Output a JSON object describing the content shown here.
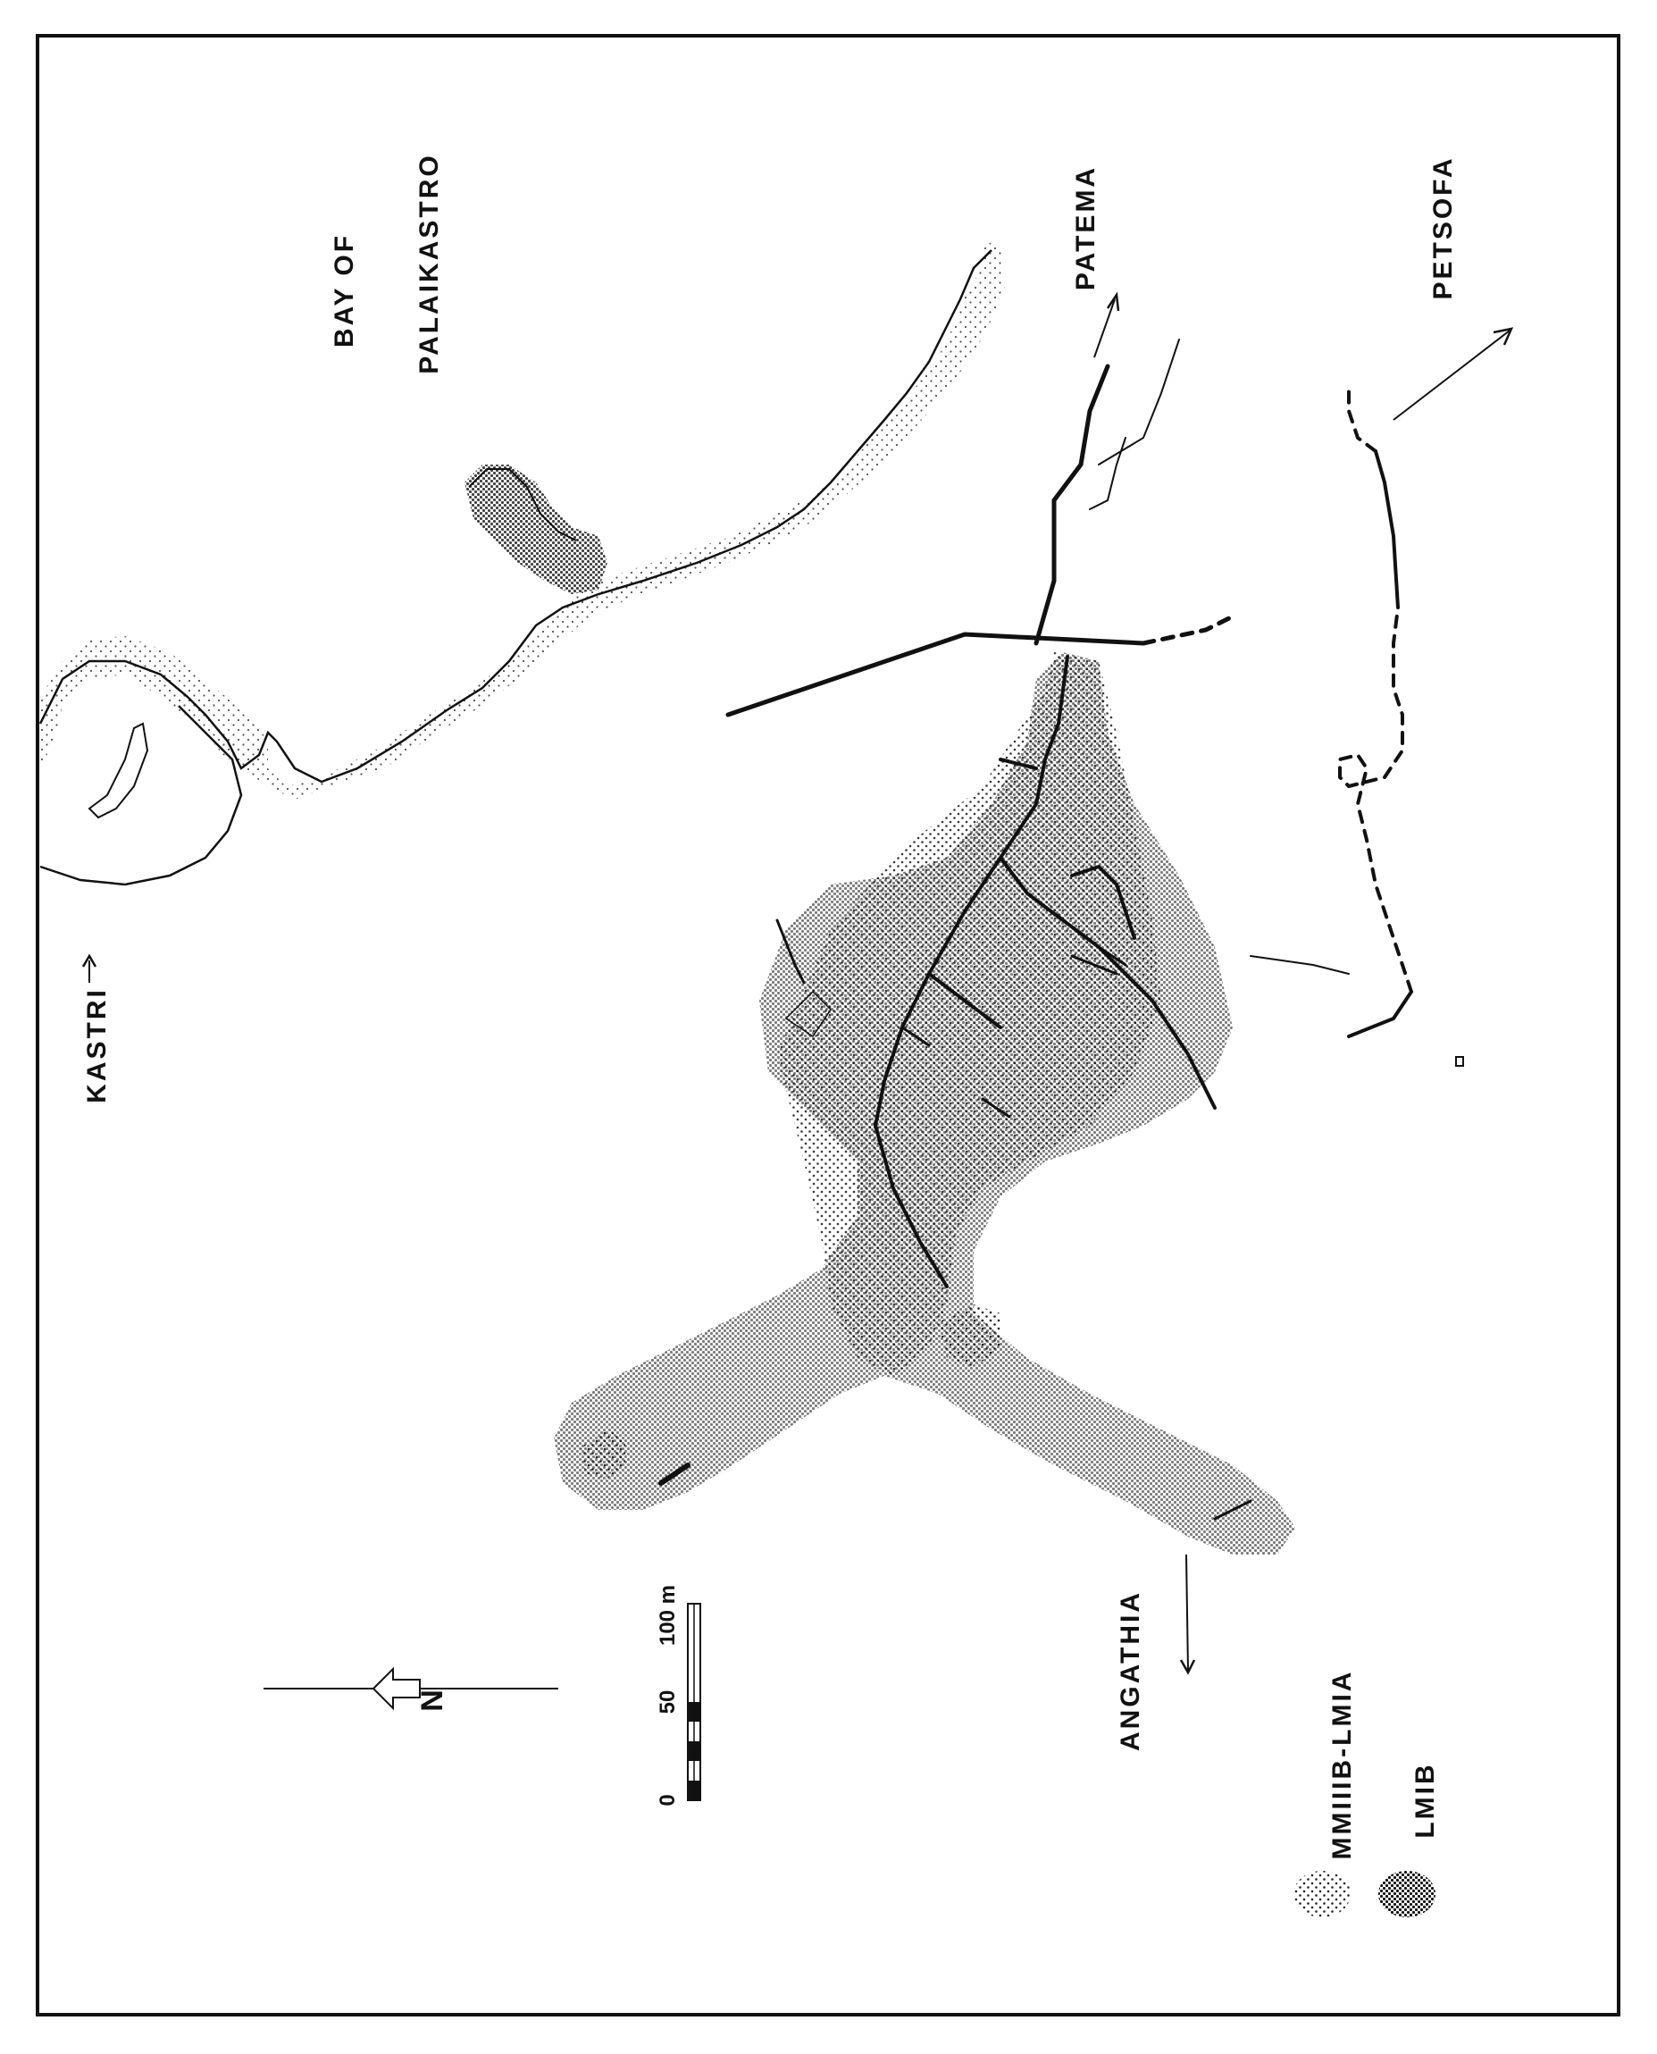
{
  "map": {
    "labels": {
      "bay_line1": "BAY OF",
      "bay_line2": "PALAIKASTRO",
      "patema": "PATEMA",
      "petsofa": "PETSOFA",
      "kastri": "KASTRI",
      "angathia": "ANGATHIA"
    },
    "scale_bar": {
      "label_0": "0",
      "label_50": "50",
      "label_100": "100 m"
    },
    "north_arrow": {
      "label": "N"
    },
    "legend": {
      "items": [
        {
          "label": "MMIIIB-LMIA",
          "pattern": "light-stipple"
        },
        {
          "label": "LMIB",
          "pattern": "dense-stipple"
        }
      ]
    },
    "colors": {
      "ink": "#111111",
      "paper": "#ffffff"
    }
  }
}
